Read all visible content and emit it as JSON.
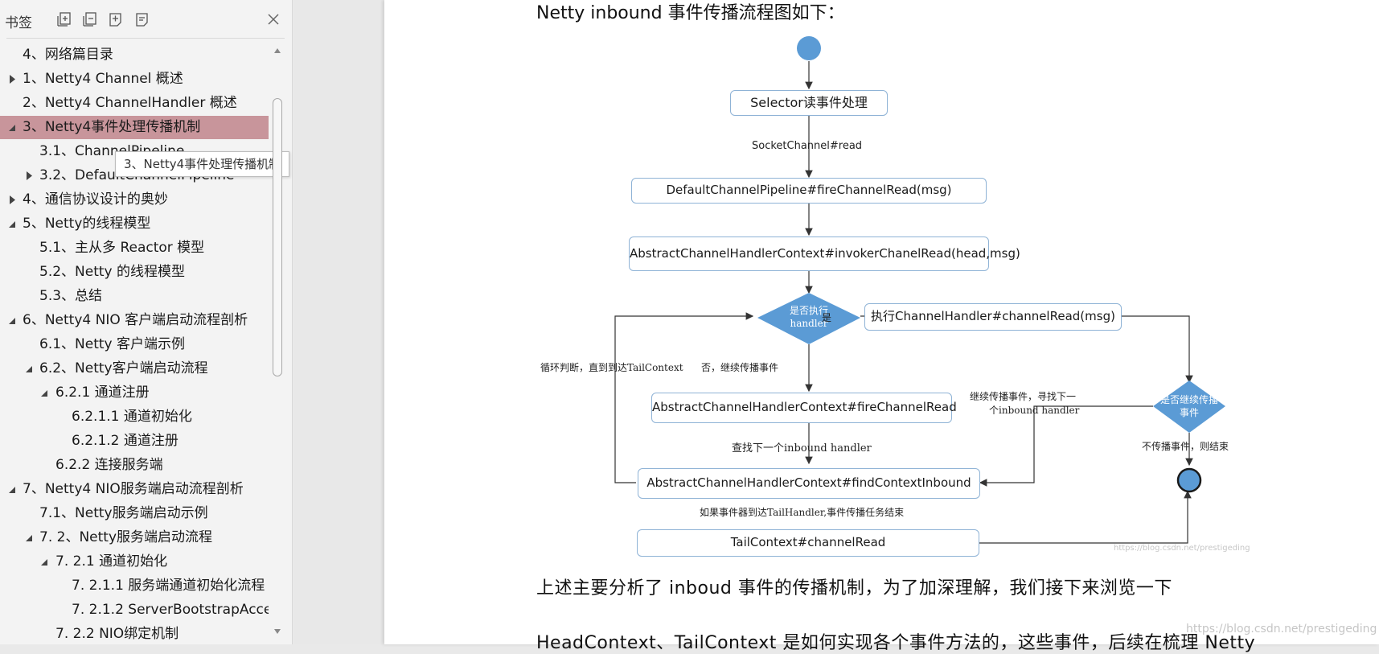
{
  "bookmarks_panel": {
    "title": "书签",
    "toolbar": [
      {
        "icon": "expand-all-icon"
      },
      {
        "icon": "collapse-all-icon"
      },
      {
        "icon": "add-bookmark-icon"
      },
      {
        "icon": "bookmark-options-icon"
      }
    ],
    "close_icon": "close-icon",
    "items": [
      {
        "label": "4、网络篇目录",
        "level": 0,
        "expander": "none",
        "selected": false
      },
      {
        "label": "1、Netty4 Channel 概述",
        "level": 0,
        "expander": "collapsed",
        "selected": false
      },
      {
        "label": "2、Netty4 ChannelHandler 概述",
        "level": 0,
        "expander": "none",
        "selected": false
      },
      {
        "label": "3、Netty4事件处理传播机制",
        "level": 0,
        "expander": "expanded",
        "selected": true
      },
      {
        "label": "3.1、ChannelPipeline",
        "level": 1,
        "expander": "none",
        "selected": false
      },
      {
        "label": "3.2、DefaultChannelPipeline",
        "level": 1,
        "expander": "collapsed",
        "selected": false
      },
      {
        "label": "4、通信协议设计的奥妙",
        "level": 0,
        "expander": "collapsed",
        "selected": false
      },
      {
        "label": "5、Netty的线程模型",
        "level": 0,
        "expander": "expanded",
        "selected": false
      },
      {
        "label": "5.1、主从多 Reactor 模型",
        "level": 1,
        "expander": "none",
        "selected": false
      },
      {
        "label": "5.2、Netty 的线程模型",
        "level": 1,
        "expander": "none",
        "selected": false
      },
      {
        "label": "5.3、总结",
        "level": 1,
        "expander": "none",
        "selected": false
      },
      {
        "label": "6、Netty4 NIO 客户端启动流程剖析",
        "level": 0,
        "expander": "expanded",
        "selected": false
      },
      {
        "label": "6.1、Netty 客户端示例",
        "level": 1,
        "expander": "none",
        "selected": false
      },
      {
        "label": "6.2、Netty客户端启动流程",
        "level": 1,
        "expander": "expanded",
        "selected": false
      },
      {
        "label": "6.2.1 通道注册",
        "level": 2,
        "expander": "expanded",
        "selected": false
      },
      {
        "label": "6.2.1.1 通道初始化",
        "level": 3,
        "expander": "none",
        "selected": false
      },
      {
        "label": "6.2.1.2 通道注册",
        "level": 3,
        "expander": "none",
        "selected": false
      },
      {
        "label": "6.2.2 连接服务端",
        "level": 2,
        "expander": "none",
        "selected": false
      },
      {
        "label": "7、Netty4 NIO服务端启动流程剖析",
        "level": 0,
        "expander": "expanded",
        "selected": false
      },
      {
        "label": "7.1、Netty服务端启动示例",
        "level": 1,
        "expander": "none",
        "selected": false
      },
      {
        "label": "7. 2、Netty服务端启动流程",
        "level": 1,
        "expander": "expanded",
        "selected": false
      },
      {
        "label": "7. 2.1 通道初始化",
        "level": 2,
        "expander": "expanded",
        "selected": false
      },
      {
        "label": "7. 2.1.1 服务端通道初始化流程",
        "level": 3,
        "expander": "none",
        "selected": false
      },
      {
        "label": "7. 2.1.2 ServerBootstrapAcce…",
        "level": 3,
        "expander": "none",
        "selected": false
      },
      {
        "label": "7. 2.2 NIO绑定机制",
        "level": 2,
        "expander": "none",
        "selected": false
      }
    ],
    "tooltip": "3、Netty4事件处理传播机制"
  },
  "document": {
    "heading": "Netty inbound  事件传播流程图如下：",
    "paragraph_line1": "上述主要分析了 inboud 事件的传播机制，为了加深理解，我们接下来浏览一下",
    "paragraph_line2": "HeadContext、TailContext 是如何实现各个事件方法的，这些事件，后续在梳理 Netty",
    "watermark": "https://blog.csdn.net/prestigeding",
    "flowchart": {
      "box_selector": "Selector读事件处理",
      "edge_socket_read": "SocketChannel#read",
      "box_fire_pipeline": "DefaultChannelPipeline#fireChannelRead(msg)",
      "box_invoker": "AbstractChannelHandlerContext#invokerChanelRead(head,msg)",
      "diamond_is_handler": "是否执行handler",
      "edge_yes": "是",
      "box_exec_handler": "执行ChannelHandler#channelRead(msg)",
      "edge_loop": "循环判断，直到到达TailContext",
      "edge_no_continue": "否，继续传播事件",
      "box_fire_ctx": "AbstractChannelHandlerContext#fireChannelRead",
      "edge_find_next": "查找下一个inbound handler",
      "box_find_ctx": "AbstractChannelHandlerContext#findContextInbound",
      "edge_reach_tail": "如果事件器到达TailHandler,事件传播任务结束",
      "box_tail": "TailContext#channelRead",
      "diamond_continue": "是否继续传播事件",
      "edge_continue_find_1": "继续传播事件，寻找下一",
      "edge_continue_find_2": "个inbound handler",
      "edge_stop": "不传播事件，则结束",
      "watermark_small": "https://blog.csdn.net/prestigeding",
      "node_color": "#5b9bd5"
    }
  }
}
